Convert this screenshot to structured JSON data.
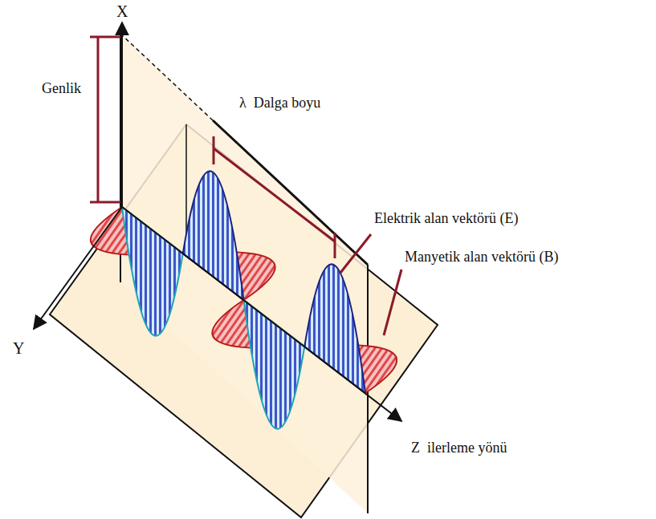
{
  "diagram": {
    "labels": [
      "X",
      "Genlik",
      "λ  Dalga boyu",
      "Elektrik alan vektörü (E)",
      "Manyetik alan vektörü (B)",
      "Y",
      "Z  ilerleme yönü"
    ]
  }
}
